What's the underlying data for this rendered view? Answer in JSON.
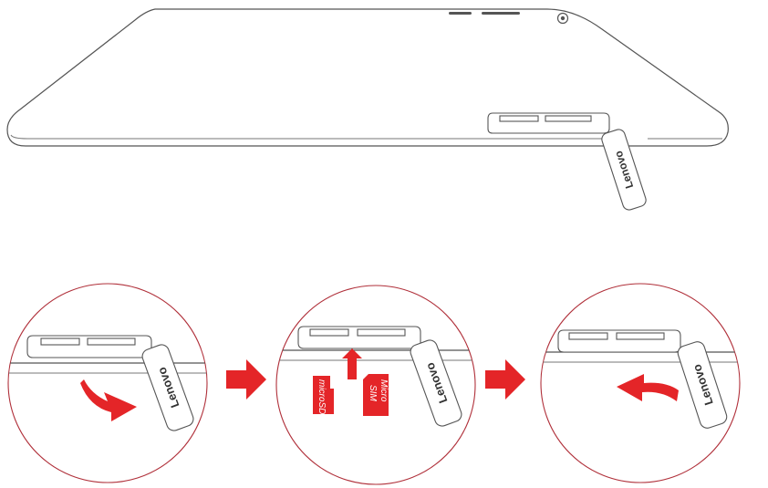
{
  "brand": {
    "logo_text": "Lenovo"
  },
  "cards": {
    "microsd_label": "microSD",
    "sim_line1": "Micro",
    "sim_line2": "SIM"
  },
  "colors": {
    "accent_red": "#e42528",
    "circle_outline": "#b0303a",
    "line_art": "#555555"
  },
  "steps": [
    {
      "name": "open-cover",
      "arrow": "curved-arrow-down-right"
    },
    {
      "name": "insert-cards",
      "arrow": "arrow-up"
    },
    {
      "name": "close-cover",
      "arrow": "curved-arrow-left"
    }
  ]
}
